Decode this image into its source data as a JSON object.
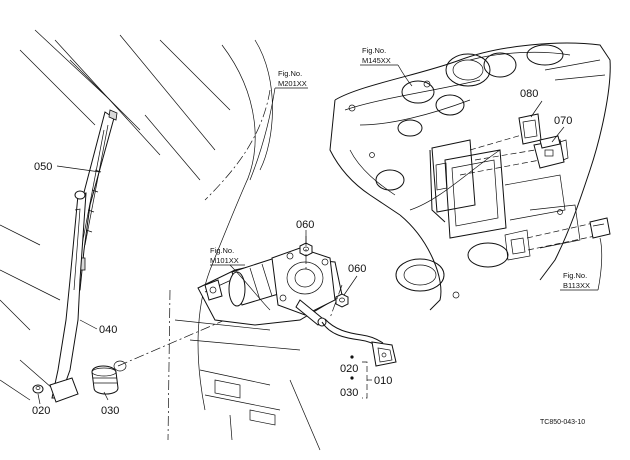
{
  "parts": {
    "p050": "050",
    "p040": "040",
    "p030": "030",
    "p020a": "020",
    "p020b": "020",
    "p060a": "060",
    "p060b": "060",
    "p080": "080",
    "p070": "070",
    "p010": "010",
    "p030b": "030"
  },
  "refs": {
    "r1": {
      "line1": "Fig.No.",
      "line2": "M201XX"
    },
    "r2": {
      "line1": "Fig.No.",
      "line2": "M145XX"
    },
    "r3": {
      "line1": "Fig.No.",
      "line2": "M101XX"
    },
    "r4": {
      "line1": "Fig.No.",
      "line2": "B113XX"
    }
  },
  "drawing_code": "TC850-043-10"
}
